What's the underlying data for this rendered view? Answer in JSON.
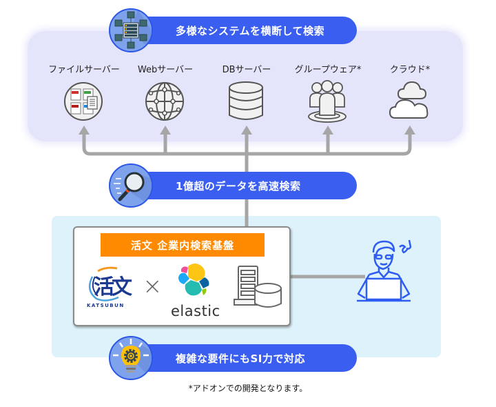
{
  "header_pill": {
    "text": "多様なシステムを横断して検索",
    "icon": "server-network-icon"
  },
  "sources": [
    {
      "label": "ファイルサーバー",
      "icon": "file-server-icon"
    },
    {
      "label": "Webサーバー",
      "icon": "globe-network-icon"
    },
    {
      "label": "DBサーバー",
      "icon": "database-icon"
    },
    {
      "label": "グループウェア*",
      "icon": "group-users-icon"
    },
    {
      "label": "クラウド*",
      "icon": "cloud-icon"
    }
  ],
  "search_pill": {
    "text": "1億超のデータを高速検索",
    "icon": "magnifier-icon"
  },
  "platform": {
    "title": "活文 企業内検索基盤",
    "katsubun_logo": {
      "mark": "活文",
      "wordmark": "KATSUBUN"
    },
    "times_symbol": "×",
    "elastic_logo": {
      "wordmark": "elastic"
    },
    "server_icon": "server-database-icon"
  },
  "user": {
    "icon": "user-laptop-icon"
  },
  "si_pill": {
    "text": "複雑な要件にもSI力で対応",
    "icon": "lightbulb-gear-icon"
  },
  "footnote": "*アドオンでの開発となります。",
  "colors": {
    "pill_blue": "#3a5ef0",
    "orange": "#ff8a00",
    "top_panel": "#e4e4fb",
    "bottom_panel": "#ddf2fa",
    "connector_gray": "#a6a6a6"
  }
}
